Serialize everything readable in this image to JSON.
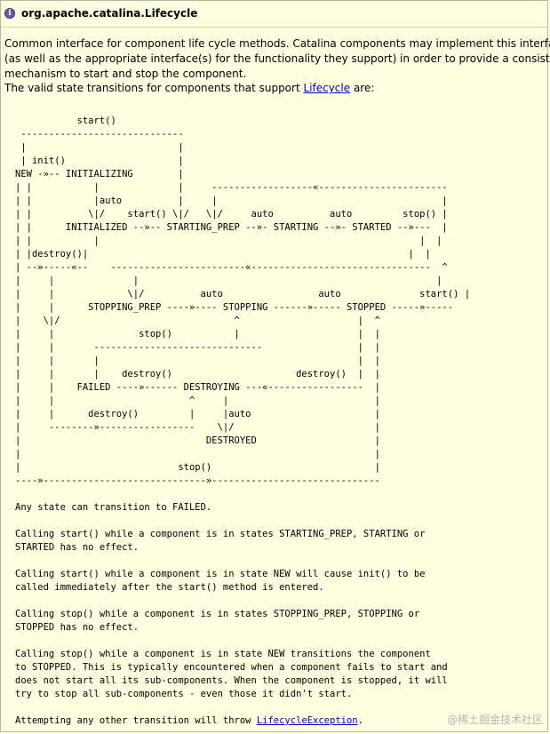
{
  "header": {
    "icon": "info-icon",
    "title": "org.apache.catalina.Lifecycle"
  },
  "description": {
    "line1": "Common interface for component life cycle methods. Catalina components may implement this interface",
    "line2": "(as well as the appropriate interface(s) for the functionality they support) in order to provide a consistent",
    "line3": "mechanism to start and stop the component.",
    "line4_prefix": "The valid state transitions for components that support ",
    "line4_link": "Lifecycle",
    "line4_suffix": " are:"
  },
  "diagram": [
    "           start()",
    " -----------------------------",
    " |                           |",
    " | init()                    |",
    "NEW -»-- INITIALIZING        |",
    "| |           |              |     ------------------«-----------------------",
    "| |           |auto          |     |                                        |",
    "| |          \\|/    start() \\|/   \\|/     auto          auto         stop() |",
    "| |      INITIALIZED --»-- STARTING_PREP --»- STARTING --»- STARTED --»---  |",
    "| |           |                                                         |  |",
    "| |destroy()|                                                         |  |",
    "| --»-----«--    ------------------------«--------------------------------  ^",
    "|     |              |                                                     |",
    "|     |             \\|/          auto                 auto              start() |",
    "|     |      STOPPING_PREP ----»---- STOPPING ------»----- STOPPED -----»-----",
    "|    \\|/                               ^                     |  ^",
    "|     |               stop()           |                     |  |",
    "|     |       ------------------------------                 |  |",
    "|     |       |                                              |  |",
    "|     |       |    destroy()                      destroy()  |  |",
    "|     |    FAILED ----»------ DESTROYING ---«-----------------  |",
    "|     |                        ^     |                          |",
    "|     |      destroy()         |     |auto                      |",
    "|     --------»-----------------    \\|/                         |",
    "|                                 DESTROYED                     |",
    "|                                                               |",
    "|                            stop()                             |",
    "----»-----------------------------»------------------------------"
  ],
  "notes": {
    "n1": "Any state can transition to FAILED.",
    "n2a": "Calling start() while a component is in states STARTING_PREP, STARTING or",
    "n2b": "STARTED has no effect.",
    "n3a": "Calling start() while a component is in state NEW will cause init() to be",
    "n3b": "called immediately after the start() method is entered.",
    "n4a": "Calling stop() while a component is in states STOPPING_PREP, STOPPING or",
    "n4b": "STOPPED has no effect.",
    "n5a": "Calling stop() while a component is in state NEW transitions the component",
    "n5b": "to STOPPED. This is typically encountered when a component fails to start and",
    "n5c": "does not start all its sub-components. When the component is stopped, it will",
    "n5d": "try to stop all sub-components - even those it didn't start.",
    "n6_prefix": "Attempting any other transition will throw ",
    "n6_link": "LifecycleException",
    "n6_suffix": "."
  },
  "watermark": "@稀土掘金技术社区",
  "colors": {
    "background": "#ffffe1",
    "link": "#0000d0",
    "icon": "#6a58a8"
  }
}
